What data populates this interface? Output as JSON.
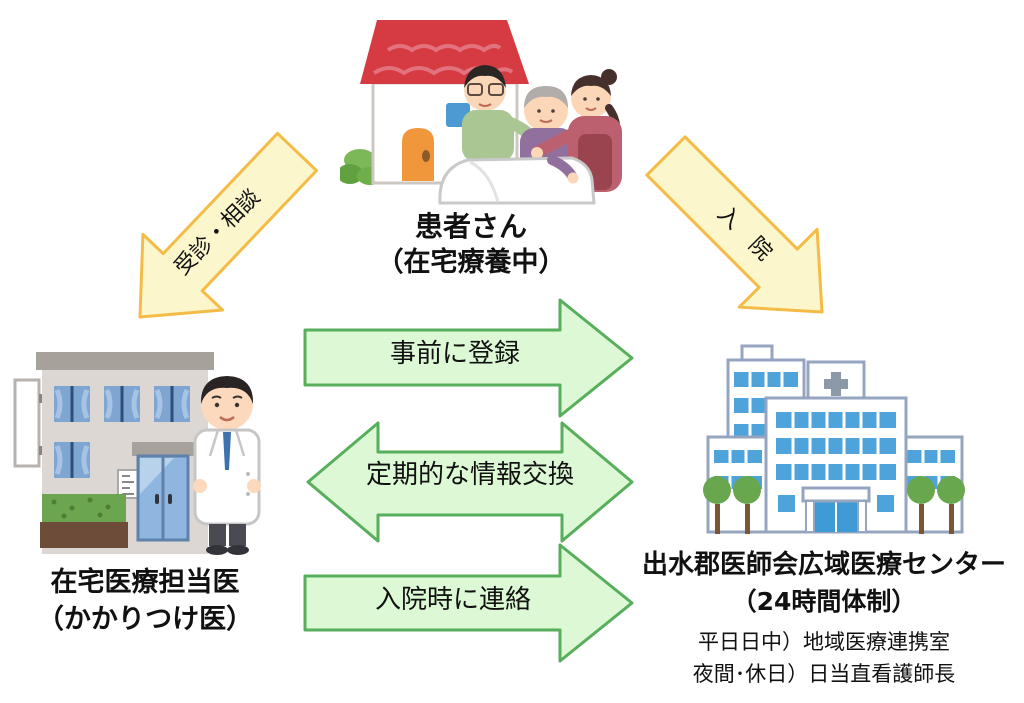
{
  "patient": {
    "title": "患者さん",
    "subtitle": "（在宅療養中）"
  },
  "home_doctor": {
    "title": "在宅医療担当医",
    "subtitle": "（かかりつけ医）"
  },
  "hospital_center": {
    "title": "出水郡医師会広域医療センター",
    "subtitle": "（24時間体制）",
    "note_weekday": "平日日中）地域医療連携室",
    "note_night": "夜間･休日）日当直看護師長"
  },
  "arrows": {
    "consult_label": "受診・相談",
    "admission_label": "入　院",
    "register_label": "事前に登録",
    "exchange_label": "定期的な情報交換",
    "notify_label": "入院時に連絡"
  },
  "colors": {
    "yellow_fill": "#FCF6CD",
    "yellow_stroke": "#F4BC47",
    "green_fill": "#DCF8D5",
    "green_stroke": "#57AE5B",
    "text": "#111111",
    "background": "#FFFFFF"
  }
}
